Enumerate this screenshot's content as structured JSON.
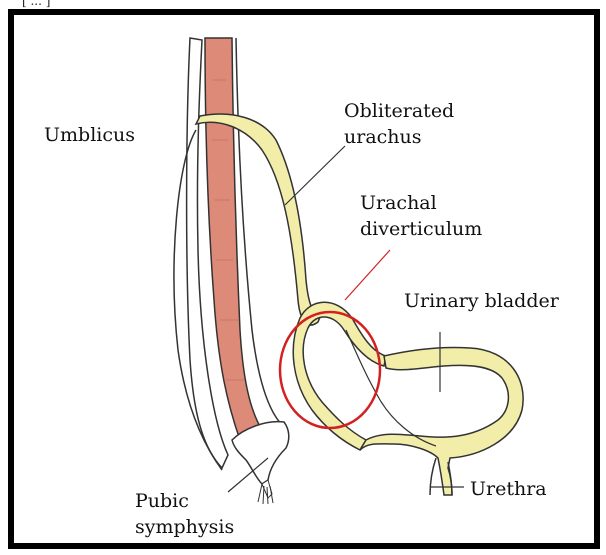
{
  "top_caption": "[ ... ]",
  "labels": {
    "umblicus": "Umblicus",
    "obliterated_urachus_line1": "Obliterated",
    "obliterated_urachus_line2": "urachus",
    "urachal_diverticulum_line1": "Urachal",
    "urachal_diverticulum_line2": "diverticulum",
    "urinary_bladder": "Urinary bladder",
    "urethra": "Urethra",
    "pubic_symphysis_line1": "Pubic",
    "pubic_symphysis_line2": "symphysis"
  },
  "colors": {
    "frame": "#000000",
    "muscle_fill": "#dd8a78",
    "urachus_fill": "#f2eeaa",
    "outline": "#333333",
    "highlight_circle": "#d42020"
  }
}
